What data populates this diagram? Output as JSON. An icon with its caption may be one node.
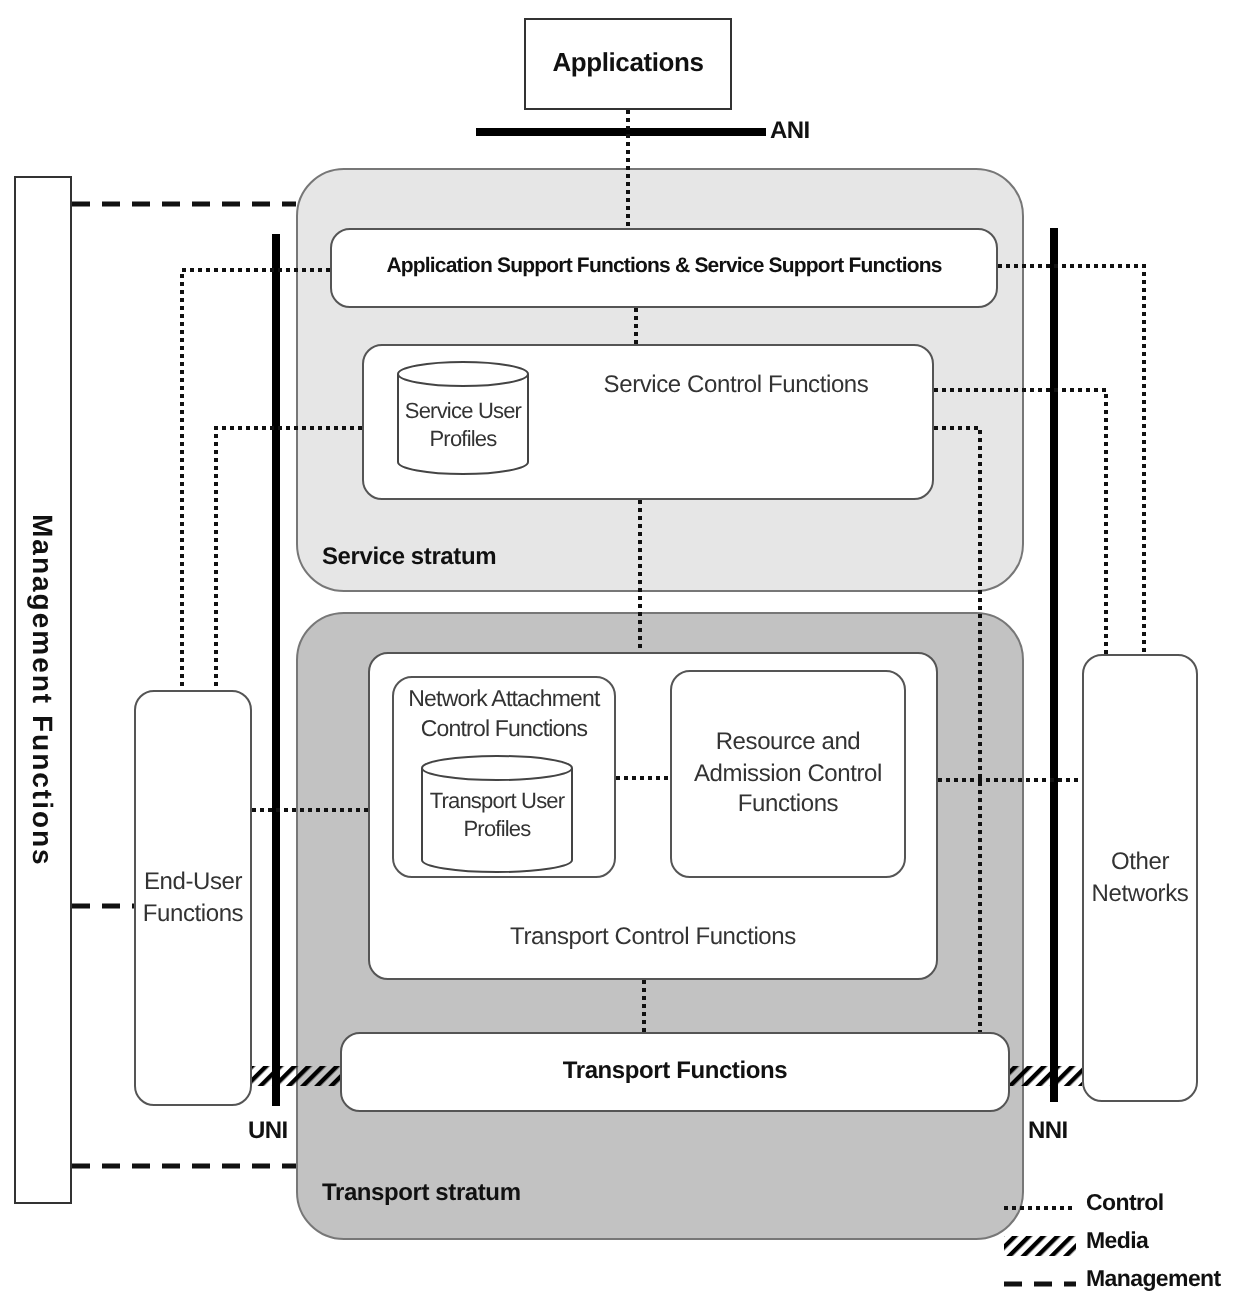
{
  "diagram": {
    "nodes": [
      {
        "text": [
          "Applications"
        ]
      },
      {
        "text": [
          "Management Functions"
        ]
      },
      {
        "text": [
          "Service stratum"
        ]
      },
      {
        "text": [
          "Application Support Functions & Service Support Functions"
        ],
        "in": 2
      },
      {
        "text": [
          "Service Control Functions"
        ],
        "in": 2
      },
      {
        "text": [
          "Service User Profiles"
        ],
        "in": 4
      },
      {
        "text": [
          "Transport stratum"
        ]
      },
      {
        "text": [
          "Transport Control Functions"
        ],
        "in": 6
      },
      {
        "text": [
          "Network Attachment Control Functions"
        ],
        "in": 7
      },
      {
        "text": [
          "Transport User Profiles"
        ],
        "in": 8
      },
      {
        "text": [
          "Resource and Admission Control Functions"
        ],
        "in": 7
      },
      {
        "text": [
          "Transport Functions"
        ],
        "in": 6
      },
      {
        "text": [
          "End-User Functions"
        ]
      },
      {
        "text": [
          "Other Networks"
        ]
      }
    ],
    "edges": [
      {
        "from": 0,
        "to": 3,
        "arrow": "none"
      },
      {
        "from": 3,
        "to": 4,
        "arrow": "none"
      },
      {
        "from": 4,
        "to": 7,
        "arrow": "none"
      },
      {
        "from": 7,
        "to": 11,
        "arrow": "none"
      },
      {
        "from": 4,
        "to": 11,
        "arrow": "none"
      },
      {
        "from": 4,
        "to": 13,
        "arrow": "none"
      },
      {
        "from": 3,
        "to": 13,
        "arrow": "none"
      },
      {
        "from": 3,
        "to": 12,
        "arrow": "none"
      },
      {
        "from": 4,
        "to": 12,
        "arrow": "none"
      },
      {
        "from": 8,
        "to": 10,
        "arrow": "none"
      },
      {
        "from": 12,
        "to": 7,
        "arrow": "none"
      },
      {
        "from": 7,
        "to": 13,
        "arrow": "none"
      },
      {
        "from": 1,
        "to": 2,
        "arrow": "none",
        "style": "dashed"
      },
      {
        "from": 1,
        "to": 12,
        "arrow": "none",
        "style": "dashed"
      },
      {
        "from": 1,
        "to": 6,
        "arrow": "none",
        "style": "dashed"
      },
      {
        "from": 12,
        "to": 11,
        "arrow": "none",
        "style": "thick"
      },
      {
        "from": 11,
        "to": 13,
        "arrow": "none",
        "style": "thick"
      }
    ],
    "labels": [
      "ANI",
      "UNI",
      "NNI"
    ],
    "legend": [
      {
        "text": "Control"
      },
      {
        "text": "Media"
      },
      {
        "text": "Management"
      }
    ]
  }
}
